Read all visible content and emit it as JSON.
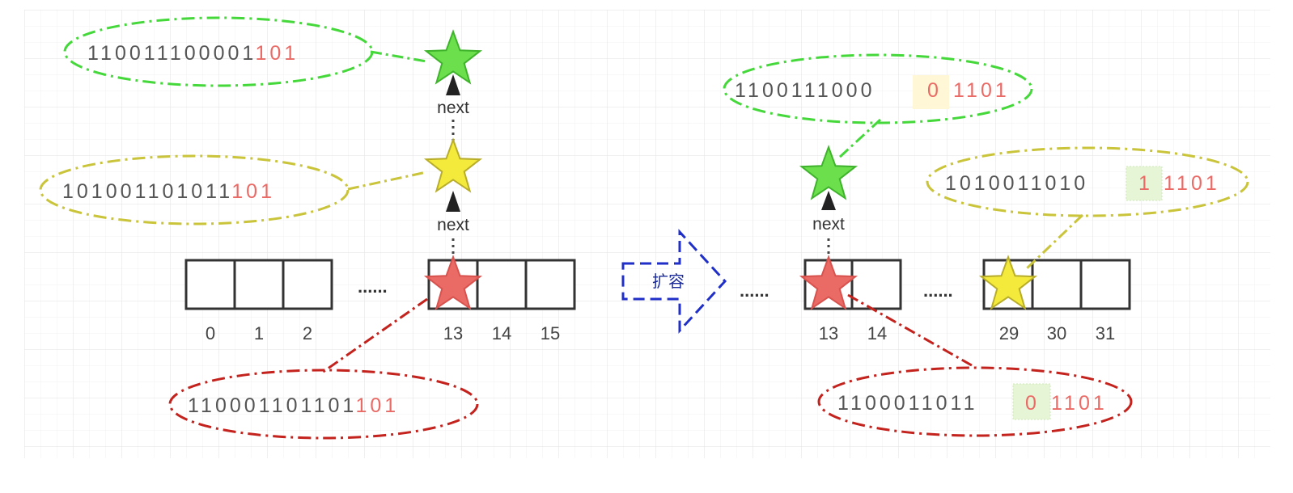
{
  "colors": {
    "grid": "#e6e6e6",
    "green": "#45d83a",
    "yellow": "#c9c43a",
    "red": "#c3221d",
    "star_green": "#6be04c",
    "star_yellow": "#f4ea3c",
    "star_red": "#ea6a66",
    "bit_black": "#555555",
    "bit_red": "#ea6a66",
    "highlight_yellow": "#fff7d6",
    "highlight_green": "#e6f5d6",
    "arrow_blue": "#1f2fc8"
  },
  "left": {
    "green_hash": {
      "prefix": "110011100001",
      "suffix": "101"
    },
    "yellow_hash": {
      "prefix": "101001101011",
      "suffix": "101"
    },
    "red_hash": {
      "prefix": "110001101101",
      "suffix": "101"
    },
    "next_top": "next",
    "next_bottom": "next",
    "ellipsis": "......",
    "indices": [
      "0",
      "1",
      "2",
      "13",
      "14",
      "15"
    ]
  },
  "expand_label": "扩容",
  "right": {
    "green_hash": {
      "prefix": "1100111000",
      "extra_bit": "0",
      "suffix": "1101"
    },
    "yellow_hash": {
      "prefix": "1010011010",
      "extra_bit": "1",
      "suffix": "1101"
    },
    "red_hash": {
      "prefix": "1100011011",
      "extra_bit": "0",
      "suffix": "1101"
    },
    "next_label": "next",
    "ellipsis_left": "......",
    "ellipsis_mid": "......",
    "indices": [
      "13",
      "14",
      "29",
      "30",
      "31"
    ]
  }
}
